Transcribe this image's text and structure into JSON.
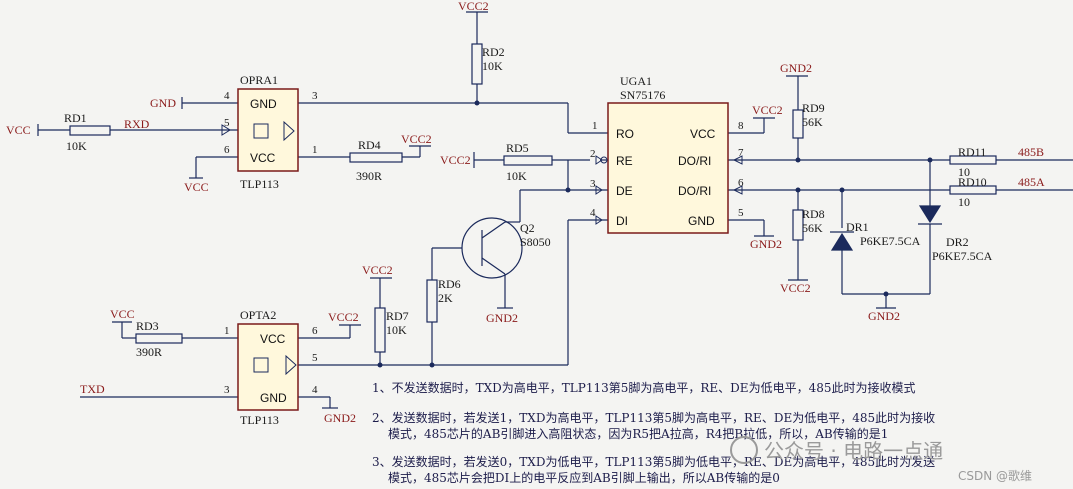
{
  "chips": {
    "opra1": {
      "name": "OPRA1",
      "part": "TLP113",
      "pin_gnd": "GND",
      "pin_vcc": "VCC",
      "n4": "4",
      "n5": "5",
      "n6": "6",
      "n3": "3",
      "n1": "1"
    },
    "opta2": {
      "name": "OPTA2",
      "part": "TLP113",
      "pin_vcc": "VCC",
      "pin_gnd": "GND",
      "n1": "1",
      "n3": "3",
      "n6": "6",
      "n5": "5",
      "n4": "4"
    },
    "uga1": {
      "name": "UGA1",
      "part": "SN75176",
      "ro": "RO",
      "re": "RE",
      "de": "DE",
      "di": "DI",
      "vcc": "VCC",
      "do1": "DO/RI",
      "do2": "DO/RI",
      "gnd": "GND",
      "n1": "1",
      "n2": "2",
      "n3": "3",
      "n4": "4",
      "n8": "8",
      "n7": "7",
      "n6": "6",
      "n5": "5"
    }
  },
  "parts": {
    "rd1": {
      "name": "RD1",
      "value": "10K"
    },
    "rd2": {
      "name": "RD2",
      "value": "10K"
    },
    "rd3": {
      "name": "RD3",
      "value": "390R"
    },
    "rd4": {
      "name": "RD4",
      "value": "390R"
    },
    "rd5": {
      "name": "RD5",
      "value": "10K"
    },
    "rd6": {
      "name": "RD6",
      "value": "2K"
    },
    "rd7": {
      "name": "RD7",
      "value": "10K"
    },
    "rd8": {
      "name": "RD8",
      "value": "56K"
    },
    "rd9": {
      "name": "RD9",
      "value": "56K"
    },
    "rd10": {
      "name": "RD10",
      "value": "10"
    },
    "rd11": {
      "name": "RD11",
      "value": "10"
    },
    "q2": {
      "name": "Q2",
      "value": "S8050"
    },
    "dr1": {
      "name": "DR1",
      "value": "P6KE7.5CA"
    },
    "dr2": {
      "name": "DR2",
      "value": "P6KE7.5CA"
    }
  },
  "nets": {
    "vcc_left": "VCC",
    "rxd": "RXD",
    "gnd_opra": "GND",
    "vcc_opra": "VCC",
    "vcc2_top": "VCC2",
    "vcc2_rd4": "VCC2",
    "vcc2_rd5": "VCC2",
    "vcc2_uga": "VCC2",
    "gnd2_uga": "GND2",
    "gnd2_rd9": "GND2",
    "vcc2_rd8": "VCC2",
    "gnd2_dr": "GND2",
    "gnd2_q2": "GND2",
    "vcc2_rd7": "VCC2",
    "vcc_rd3": "VCC",
    "vcc2_opta": "VCC2",
    "gnd2_opta": "GND2",
    "txd": "TXD",
    "b485": "485B",
    "a485": "485A"
  },
  "notes": [
    "1、不发送数据时，TXD为高电平，TLP113第5脚为高电平，RE、DE为低电平，485此时为接收模式",
    "2、发送数据时，若发送1，TXD为高电平，TLP113第5脚为高电平，RE、DE为低电平，485此时为接收",
    "模式，485芯片的AB引脚进入高阻状态，因为R5把A拉高，R4把B拉低，所以，AB传输的是1",
    "3、发送数据时，若发送0，TXD为低电平，TLP113第5脚为低电平，RE、DE为高电平，485此时为发送",
    "模式，485芯片会把DI上的电平反应到AB引脚上输出，所以AB传输的是0"
  ],
  "watermark": {
    "main": "公众号 · 电路一点通",
    "sub": "CSDN @歌维"
  },
  "colors": {
    "wire": "#1b2a5c",
    "net_label": "#8a1a1a",
    "ic_fill": "#fff8dc",
    "ic_stroke": "#7a1a1a"
  }
}
